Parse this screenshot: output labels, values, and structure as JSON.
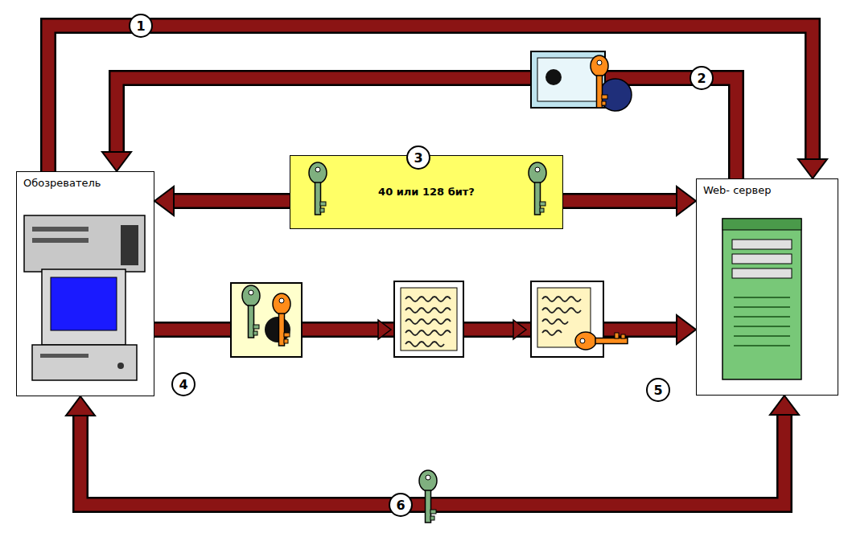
{
  "diagram": {
    "nodes": [
      {
        "text": [
          "Обозреватель"
        ]
      },
      {
        "text": [
          "Web- сервер"
        ]
      },
      {
        "text": [
          "40 или 128 бит?"
        ]
      }
    ],
    "edges": [
      {
        "from": 0,
        "to": 1,
        "arrow": "to",
        "label": "1"
      },
      {
        "from": 1,
        "to": 0,
        "arrow": "to",
        "label": "2"
      },
      {
        "from": 2,
        "to": 0,
        "arrow": "to"
      },
      {
        "from": 2,
        "to": 1,
        "arrow": "to"
      },
      {
        "from": 0,
        "to": 1,
        "arrow": "to"
      },
      {
        "from": 0,
        "to": 1,
        "arrow": "both",
        "label": "6"
      }
    ],
    "labels": [
      "3",
      "4",
      "5"
    ]
  }
}
